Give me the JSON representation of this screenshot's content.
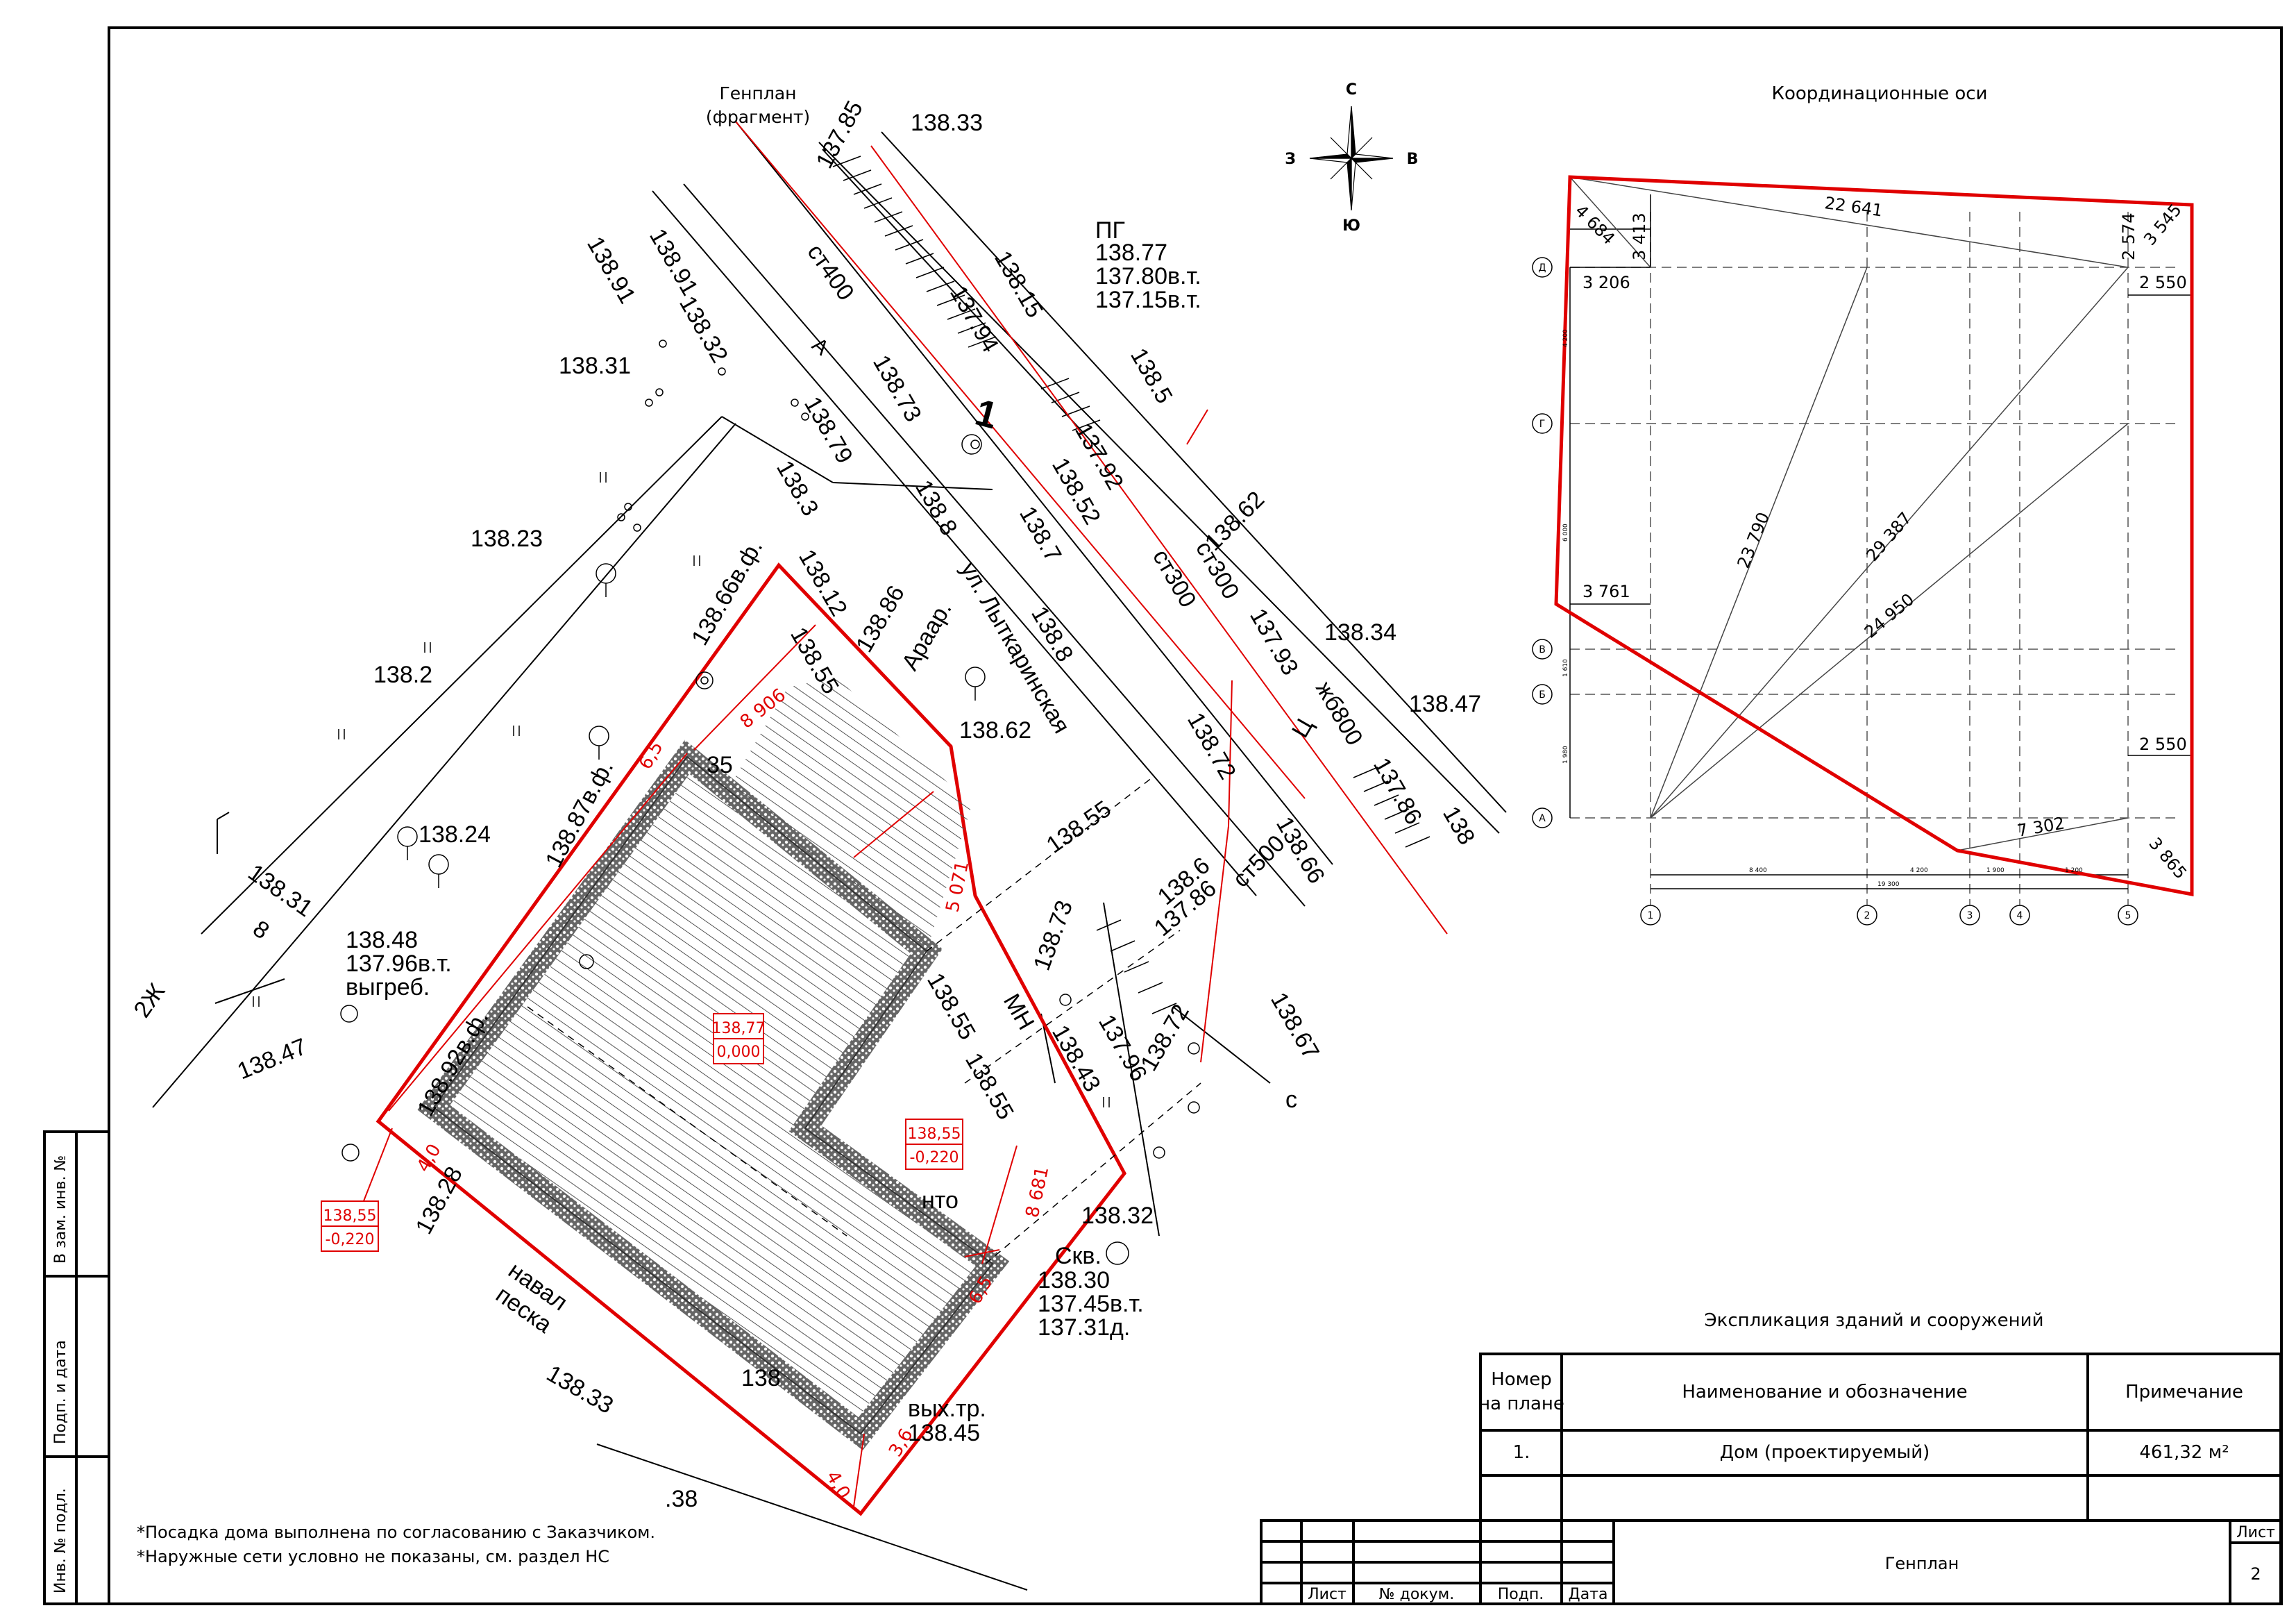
{
  "site_plan": {
    "caption_line1": "Генплан",
    "caption_line2": "(фрагмент)",
    "compass": {
      "n": "С",
      "s": "Ю",
      "w": "З",
      "e": "В"
    },
    "street": "ул. Лыткаринская",
    "elev": {
      "e1": "138.33",
      "e2": "138.91",
      "e3": "138.91",
      "e4": "137.85",
      "e5": "ст400",
      "e6": "138.15",
      "e7": "137.94",
      "e8": "138.32",
      "e9": "138.31",
      "e10": "А",
      "e11": "138.73",
      "e12": "138.79",
      "e13": "138.5",
      "e14": "137.92",
      "e15": "138.52",
      "e16": "138.3",
      "e17": "138.8",
      "e18": "138.7",
      "e19": "138.23",
      "e20": "138.66в.ф.",
      "e21": "138.12",
      "e22": "138.86",
      "e23": "Араар.",
      "e24": "138.55",
      "e25": "138.2",
      "e26": "138.8",
      "e27": "138.62",
      "e28": "138.34",
      "e29": "137.93",
      "e30": "жб800",
      "e31": "Ц",
      "e32": "138.47",
      "e33": "138.72",
      "e34": "137.86",
      "e35": "138",
      "e36": "ст300",
      "e37": "138.62",
      "e38": "ст300",
      "e39": "138.87в.ф.",
      "e40": "138.24",
      "e41": "138.55",
      "e42": "ст500",
      "e43": "138.66",
      "e44": "138.6",
      "e45": "137.86",
      "e46": "138.31",
      "e47": "8",
      "e48": "2Ж",
      "e49": "138.48",
      "e50": "137.96в.т.",
      "e51": "выгреб.",
      "e52": "138.73",
      "e53": "138.55",
      "e54": "МН",
      "e55": "138.55",
      "e56": "138.43",
      "e57": "137.96",
      "e58": "138.72",
      "e59": "138.67",
      "e60": "138.47",
      "e61": "138.92в.ф.",
      "e62": "138.28",
      "e63": "138.32",
      "e64": "Скв.",
      "e65": "138.30",
      "e66": "137.45в.т.",
      "e67": "137.31д.",
      "e68": "навал",
      "e69": "песка",
      "e70": "138.33",
      "e71": "вых.тр.",
      "e72": "138.45",
      "e73": "138",
      "e74": ".38",
      "e75": "ПГ",
      "e76": "138.77",
      "e77": "137.80в.т.",
      "e78": "137.15в.т.",
      "e79": "с",
      "e80": "35",
      "e81": "1",
      "e82": "нто"
    },
    "red": {
      "r1": "8 906",
      "r2": "5 071",
      "r3": "8 681",
      "r4": "138,77",
      "r5": "0,000",
      "r6": "138,55",
      "r7": "-0,220",
      "r8": "138,55",
      "r9": "-0,220",
      "r10": "4,0",
      "r11": "6,5",
      "r12": "6,5",
      "r13": "3,6",
      "r14": "4,0"
    }
  },
  "axes_plan": {
    "title": "Координационные оси",
    "row_axes": [
      "Д",
      "Г",
      "В",
      "Б",
      "А"
    ],
    "col_axes": [
      "1",
      "2",
      "3",
      "4",
      "5"
    ],
    "dims": {
      "d1": "4 684",
      "d2": "3 413",
      "d3": "22 641",
      "d4": "2 574",
      "d5": "3 545",
      "d6": "3 206",
      "d7": "2 550",
      "d8": "23 790",
      "d9": "29 387",
      "d10": "3 761",
      "d11": "24 950",
      "d12": "2 550",
      "d13": "7 302",
      "d14": "3 865"
    },
    "small_dims": {
      "s1": "4 200",
      "s2": "6 000",
      "s3": "1 610",
      "s4": "1 980",
      "s5": "8 400",
      "s6": "4 200",
      "s7": "1 900",
      "s8": "1 200",
      "s9": "19 300"
    }
  },
  "explication": {
    "title": "Экспликация зданий и сооружений",
    "headers": [
      "Номер\nна плане",
      "Наименование и обозначение",
      "Примечание"
    ],
    "h1a": "Номер",
    "h1b": "на плане",
    "h2": "Наименование и обозначение",
    "h3": "Примечание",
    "rows": [
      {
        "num": "1.",
        "name": "Дом (проектируемый)",
        "note": "461,32 м²"
      }
    ]
  },
  "notes": [
    "*Посадка дома выполнена по согласованию с Заказчиком.",
    "*Наружные сети условно не показаны, см. раздел НС"
  ],
  "side_stamp": [
    "В зам. инв. №",
    "Подп. и дата",
    "Инв. № подл."
  ],
  "title_block": {
    "labels": [
      "Лист",
      "№ докум.",
      "Подп.",
      "Дата"
    ],
    "drawing_name": "Генплан",
    "sheet_label": "Лист",
    "sheet_number": "2"
  }
}
